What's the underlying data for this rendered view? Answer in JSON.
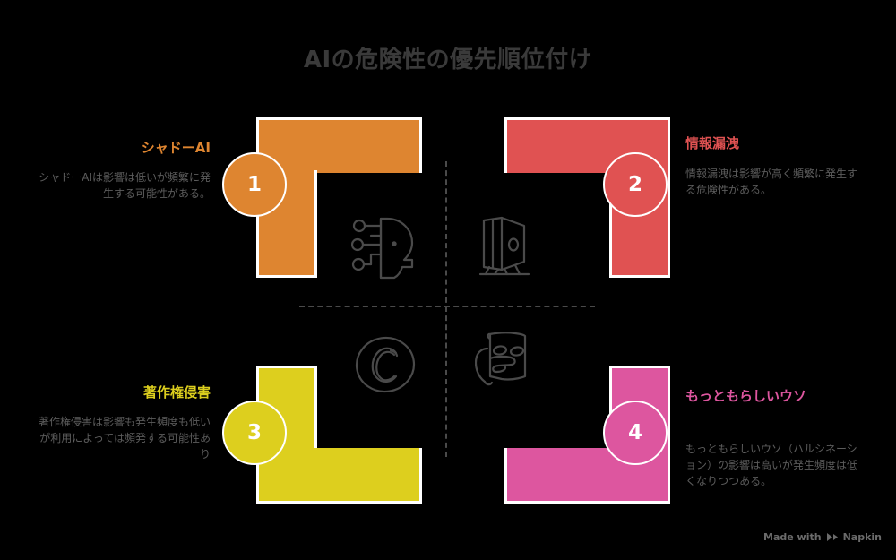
{
  "title": "AIの危険性の優先順位付け",
  "colors": {
    "background": "#000000",
    "title_text": "#3a3a3a",
    "body_text": "#5c5c5c",
    "divider": "#4a4a4a",
    "q1": "#DE8530",
    "q2": "#E05252",
    "q3": "#DDCF1E",
    "q4": "#DD569F",
    "badge_text": "#ffffff",
    "shape_stroke": "#ffffff"
  },
  "quadrants": [
    {
      "number": "1",
      "label": "シャドーAI",
      "description": "シャドーAIは影響は低いが頻繁に発生する可能性がある。",
      "color": "#DE8530",
      "icon": "ai-head-icon",
      "side": "left"
    },
    {
      "number": "2",
      "label": "情報漏洩",
      "description": "情報漏洩は影響が高く頻繁に発生する危険性がある。",
      "color": "#E05252",
      "icon": "server-tower-icon",
      "side": "right"
    },
    {
      "number": "3",
      "label": "著作権侵害",
      "description": "著作権侵害は影響も発生頻度も低いが利用によっては頻発する可能性あり",
      "color": "#DDCF1E",
      "icon": "copyright-icon",
      "side": "left"
    },
    {
      "number": "4",
      "label": "もっともらしいウソ",
      "description": "もっともらしいウソ（ハルシネーション）の影響は高いが発生頻度は低くなりつつある。",
      "color": "#DD569F",
      "icon": "mask-icon",
      "side": "right"
    }
  ],
  "footer": {
    "text_before": "Made with",
    "brand": "Napkin"
  }
}
